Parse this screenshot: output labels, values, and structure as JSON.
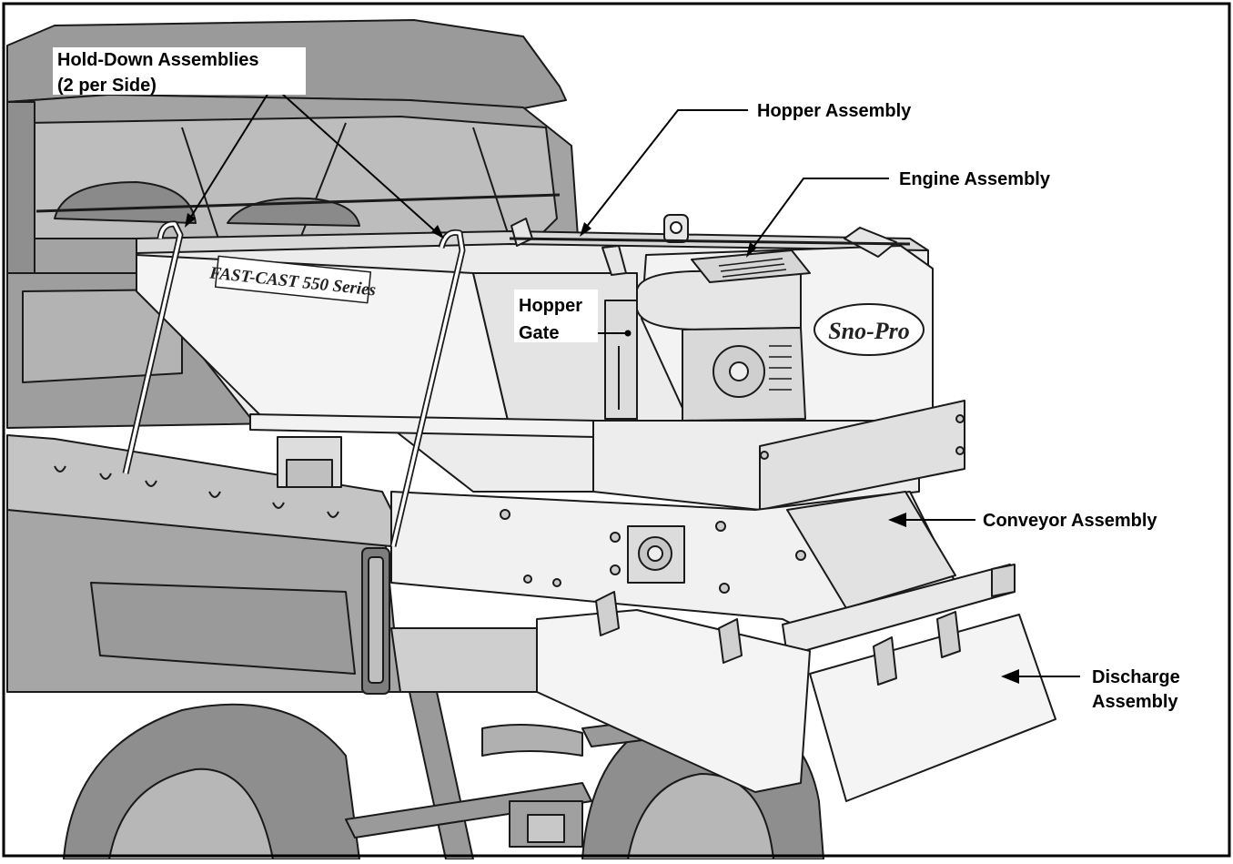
{
  "labels": {
    "hold_down_line1": "Hold-Down Assemblies",
    "hold_down_line2": "(2 per Side)",
    "hopper_assembly": "Hopper Assembly",
    "engine_assembly": "Engine Assembly",
    "hopper_gate_line1": "Hopper",
    "hopper_gate_line2": "Gate",
    "conveyor_assembly": "Conveyor Assembly",
    "discharge_line1": "Discharge",
    "discharge_line2": "Assembly"
  },
  "decals": {
    "series_name": "FAST-CAST 550 Series",
    "brand": "Sno-Pro"
  },
  "colors": {
    "ink": "#000000",
    "vehicle_dark": "#8c8c8c",
    "vehicle_mid": "#a9a9a9",
    "vehicle_light": "#c4c4c4",
    "spreader_body": "#ececec",
    "spreader_shade": "#d6d6d6"
  }
}
